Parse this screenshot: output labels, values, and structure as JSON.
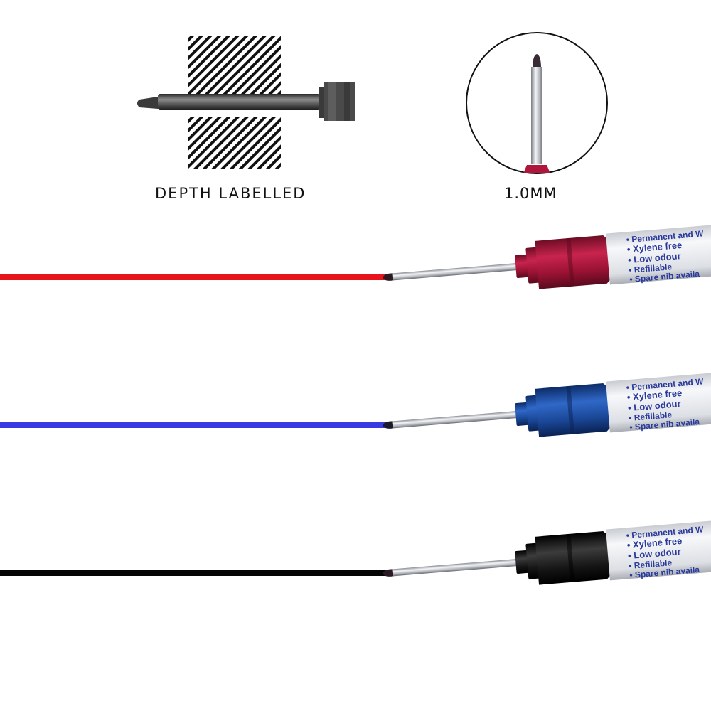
{
  "captions": {
    "depth": "DEPTH LABELLED",
    "tip": "1.0MM"
  },
  "icons": {
    "depth_icon": "marker-through-hatched-material-icon",
    "tip_icon": "magnified-marker-tip-circle-icon"
  },
  "label_lines": [
    "• Permanent and W",
    "• Xylene free",
    "• Low odour",
    "• Refillable",
    "• Spare nib availa"
  ],
  "markers": [
    {
      "color_name": "red",
      "line_color": "#e8141c",
      "cap_color": "#b0163c",
      "cap_dark": "#6e0c24"
    },
    {
      "color_name": "blue",
      "line_color": "#3a38e0",
      "cap_color": "#1c4fa8",
      "cap_dark": "#0c2c68"
    },
    {
      "color_name": "black",
      "line_color": "#050505",
      "cap_color": "#1a1a1a",
      "cap_dark": "#000000"
    }
  ],
  "colors": {
    "hatch": "#111111",
    "barrel": "#e6e8ec",
    "nib_metal": "#b8bcc2",
    "label_blue": "#2a3a9c"
  }
}
